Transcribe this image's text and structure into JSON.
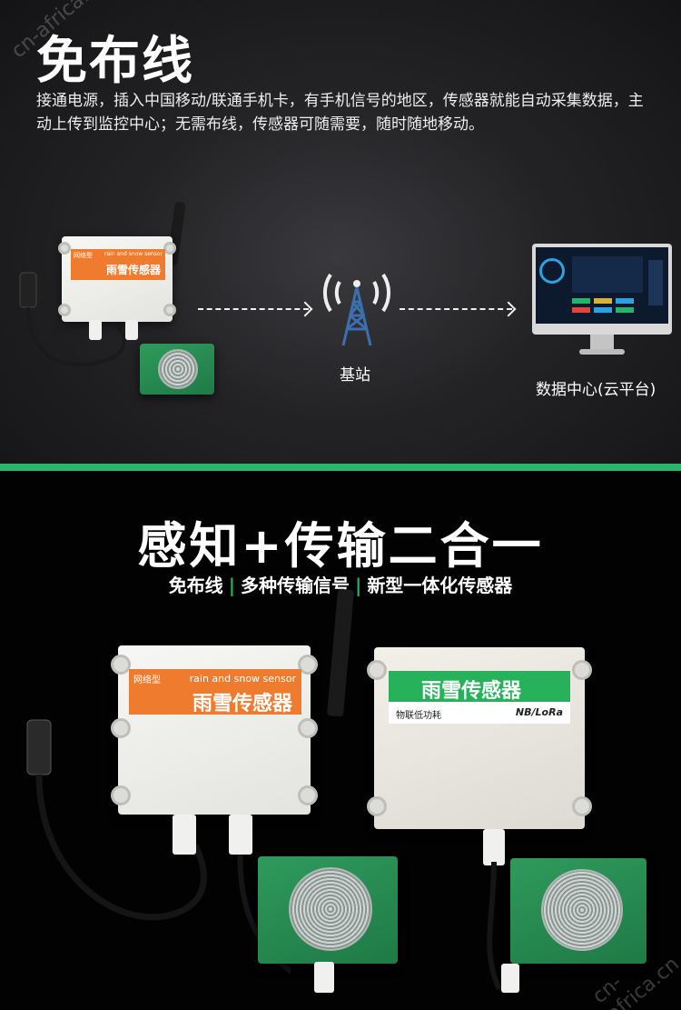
{
  "top": {
    "title": "免布线",
    "description": "接通电源，插入中国移动/联通手机卡，有手机信号的地区，传感器就能自动采集数据，主动上传到监控中心；无需布线，传感器可随需要，随时随地移动。",
    "base_station_label": "基站",
    "data_center_label": "数据中心(云平台)",
    "device_label_small_cn": "网络型",
    "device_label_en": "rain and snow sensor",
    "device_label_cn": "雨雪传感器"
  },
  "bottom": {
    "title": "感知+传输二合一",
    "features": [
      "免布线",
      "多种传输信号",
      "新型一体化传感器"
    ],
    "device_left": {
      "tag": "网络型",
      "english": "rain and snow sensor",
      "name": "雨雪传感器"
    },
    "device_right": {
      "name": "雨雪传感器",
      "subtitle": "物联低功耗",
      "protocol": "NB/LoRa"
    }
  },
  "watermark": "cn-africa.cn",
  "colors": {
    "accent_green": "#2db56a",
    "label_orange": "#ee7b2e",
    "label_green": "#26b15a"
  }
}
